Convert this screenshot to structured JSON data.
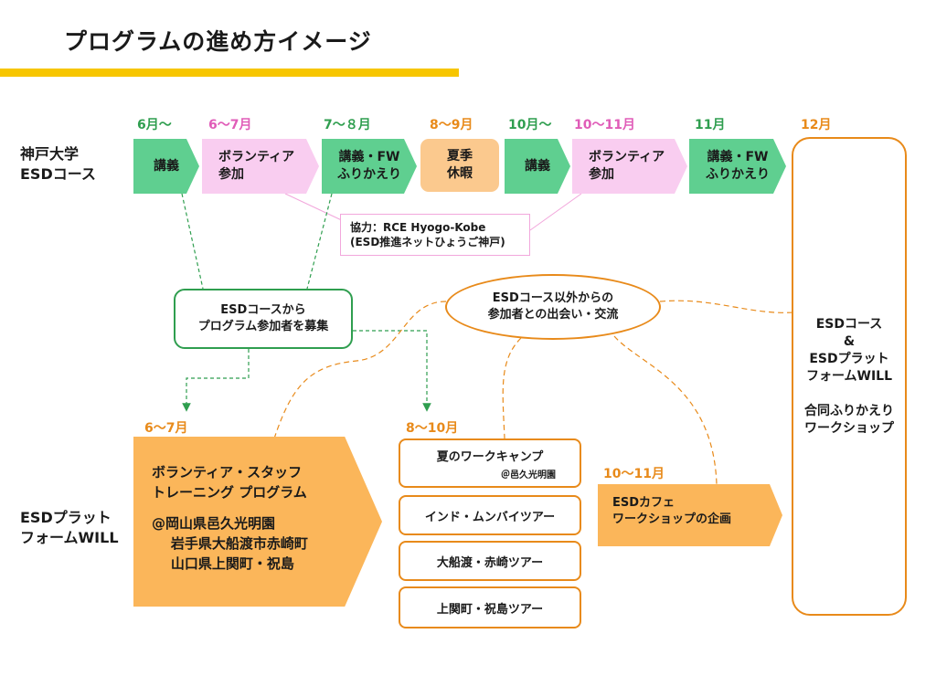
{
  "title": "プログラムの進め方イメージ",
  "row_labels": {
    "esd_course": "神戸大学\nESDコース",
    "will": "ESDプラット\nフォームWILL"
  },
  "timeline": [
    {
      "month": "6月〜",
      "label": "講義",
      "kind": "green"
    },
    {
      "month": "6〜7月",
      "label": "ボランティア\n参加",
      "kind": "pink"
    },
    {
      "month": "7〜８月",
      "label": "講義・FW\nふりかえり",
      "kind": "green"
    },
    {
      "month": "8〜9月",
      "label": "夏季\n休暇",
      "kind": "holiday"
    },
    {
      "month": "10月〜",
      "label": "講義",
      "kind": "green"
    },
    {
      "month": "10〜11月",
      "label": "ボランティア\n参加",
      "kind": "pink"
    },
    {
      "month": "11月",
      "label": "講義・FW\nふりかえり",
      "kind": "green"
    },
    {
      "month": "12月",
      "label": "",
      "kind": "none"
    }
  ],
  "coop_note": "協力：RCE Hyogo-Kobe\n(ESD推進ネットひょうご神戸)",
  "recruit_box": "ESDコースから\nプログラム参加者を募集",
  "encounter_ellipse": "ESDコース以外からの\n参加者との出会い・交流",
  "joint_box": {
    "line1": "ESDコース\n&\nESDプラット\nフォームWILL",
    "line2": "合同ふりかえり\nワークショップ"
  },
  "will_training": {
    "month": "6〜7月",
    "title": "ボランティア・スタッフ\nトレーニング プログラム",
    "locations": "@岡山県邑久光明園\n    岩手県大船渡市赤崎町\n    山口県上関町・祝島"
  },
  "tours": {
    "month": "8〜10月",
    "items": [
      {
        "label": "夏のワークキャンプ",
        "sub": "＠邑久光明園"
      },
      {
        "label": "インド・ムンバイツアー",
        "sub": ""
      },
      {
        "label": "大船渡・赤崎ツアー",
        "sub": ""
      },
      {
        "label": "上関町・祝島ツアー",
        "sub": ""
      }
    ]
  },
  "cafe": {
    "month": "10〜11月",
    "label": "ESDカフェ\nワークショップの企画"
  },
  "colors": {
    "green": "#5fcf90",
    "pink": "#f9cdf0",
    "orange": "#e88a1a",
    "orange_fill": "#fbb65a",
    "yellow": "#f7c600"
  }
}
